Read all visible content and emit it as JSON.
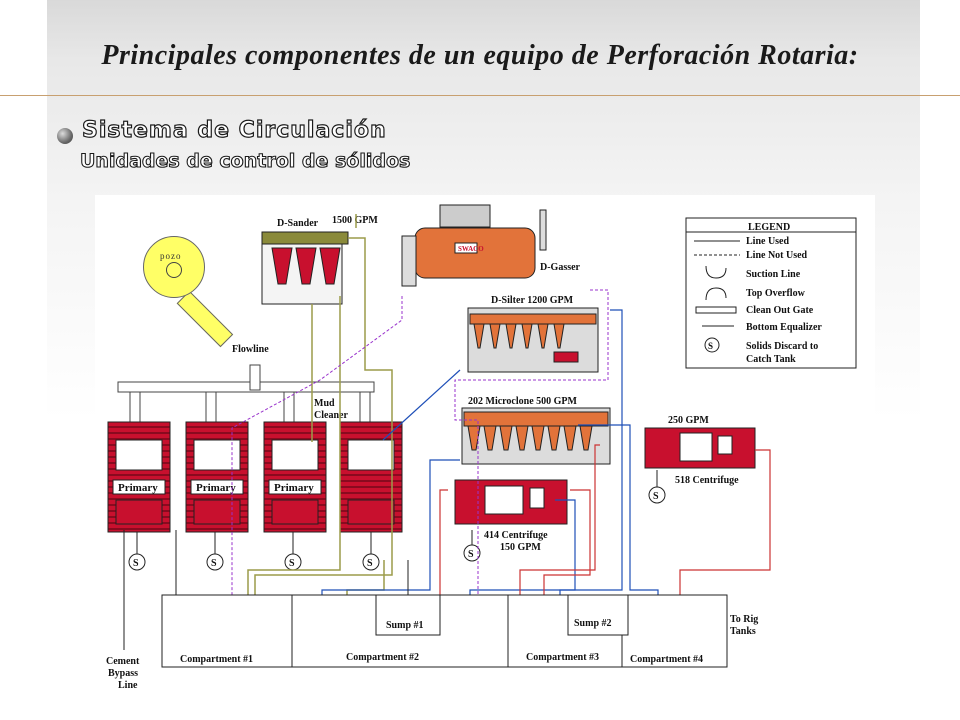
{
  "title": "Principales componentes de un equipo de Perforación Rotaria:",
  "section": {
    "title": "Sistema de Circulación",
    "subtitle": "Unidades de control de sólidos"
  },
  "pozo_label": "pozo",
  "diagram": {
    "desander": "D-Sander",
    "desander_gpm": "1500 GPM",
    "degasser": "D-Gasser",
    "desilter": "D-Silter 1200 GPM",
    "flowline": "Flowline",
    "mud_cleaner_1": "Mud",
    "mud_cleaner_2": "Cleaner",
    "microclone": "202 Microclone  500 GPM",
    "centrifuge_250_gpm": "250 GPM",
    "centrifuge_518": "518 Centrifuge",
    "centrifuge_414": "414 Centrifuge",
    "centrifuge_414_gpm": "150 GPM",
    "primary": "Primary",
    "s_mark": "S",
    "sump1": "Sump #1",
    "sump2": "Sump #2",
    "comp1": "Compartment #1",
    "comp2": "Compartment #2",
    "comp3": "Compartment #3",
    "comp4": "Compartment #4",
    "to_rig_1": "To Rig",
    "to_rig_2": "Tanks",
    "cement_1": "Cement",
    "cement_2": "Bypass",
    "cement_3": "Line",
    "brand": "SWACO"
  },
  "legend": {
    "title": "LEGEND",
    "items": [
      "Line Used",
      "Line Not Used",
      "Suction Line",
      "Top Overflow",
      "Clean Out Gate",
      "Bottom Equalizer"
    ],
    "solids_1": "Solids Discard to",
    "solids_2": "Catch Tank"
  },
  "colors": {
    "equipment": "#c8102e",
    "desander_line": "#9c9c4a",
    "purple_line": "#9933cc",
    "blue_line": "#1e4fb8",
    "red_line": "#cc3333",
    "orange_equipment": "#e2733a"
  }
}
